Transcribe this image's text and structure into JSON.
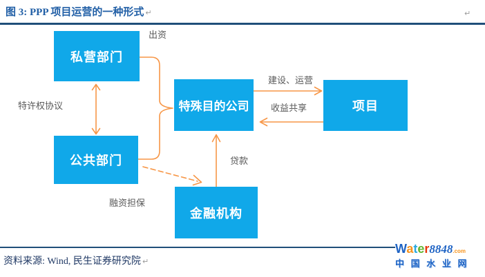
{
  "title": {
    "text": "图 3: PPP 项目运营的一种形式",
    "paragraph_mark": "↵"
  },
  "diagram": {
    "nodes": {
      "private": "私营部门",
      "public": "公共部门",
      "spv": "特殊目的公司",
      "project": "项目",
      "finance": "金融机构"
    },
    "edge_labels": {
      "invest": "出资",
      "concession": "特许权协议",
      "build": "建设、运营",
      "revenue": "收益共享",
      "loan": "贷款",
      "guarantee": "融资担保"
    }
  },
  "footer": {
    "source": "资料来源: Wind, 民生证券研究院",
    "paragraph_mark": "↵"
  },
  "logo": {
    "word": [
      "W",
      "a",
      "t",
      "e",
      "r"
    ],
    "number": "8848",
    "tld": ".com",
    "tagline": "中 国 水 业 网"
  },
  "colors": {
    "node_fill": "#10A8E9",
    "arrow": "#F79646",
    "title_text": "#215FA6",
    "rule": "#1F4E79",
    "edge_label": "#595959",
    "logo_blue": "#1E63C4",
    "logo_orange": "#F7941D",
    "logo_cyan": "#29A9E0",
    "logo_green": "#62B530",
    "logo_red": "#E8380D"
  }
}
